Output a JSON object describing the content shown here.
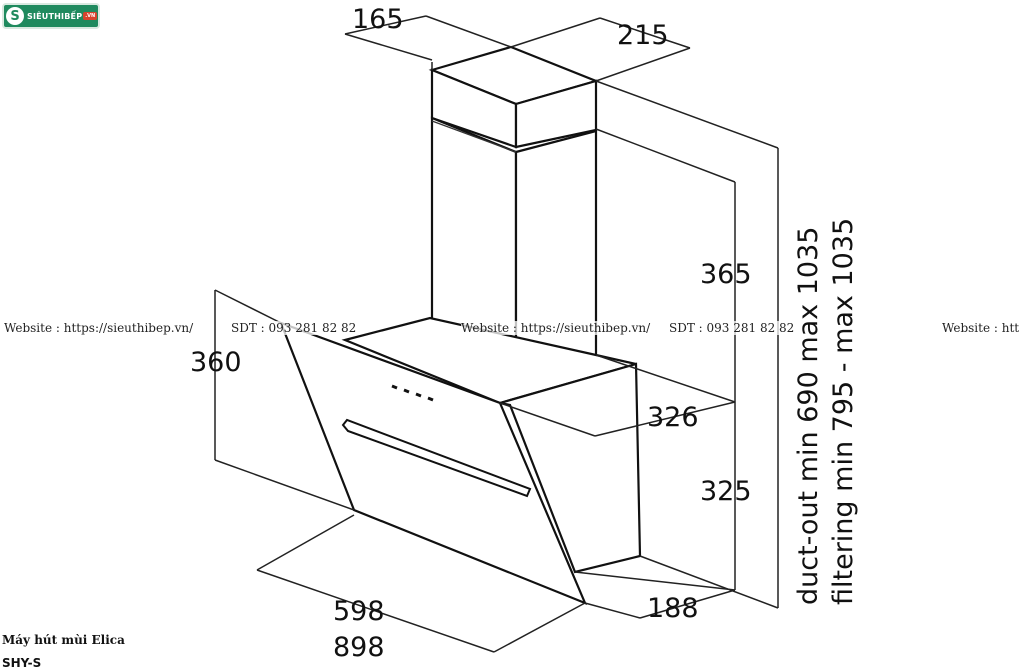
{
  "brand": {
    "logo_name": "SIÊUTHIBẾP",
    "logo_tld": ".VN"
  },
  "watermark": {
    "segment_1": "Website : https://sieuthibep.vn/",
    "segment_2": "SDT : 093 281 82 82",
    "segment_3": "Website : https://sieuthibep.vn/",
    "segment_4": "SDT : 093 281 82 82",
    "segment_5": "Website : htt"
  },
  "dimensions": {
    "top_depth": "165",
    "top_width": "215",
    "chimney_height": "365",
    "panel_height": "360",
    "body_depth": "326",
    "body_height": "325",
    "width_598": "598",
    "width_898": "898",
    "depth_188": "188",
    "duct_out": "duct-out min 690  max 1035",
    "filtering": "filtering min 795 - max 1035"
  },
  "caption": {
    "name": "Máy hút mùi Elica",
    "model": "SHY-S"
  },
  "colors": {
    "line": "#111111",
    "logo_green": "#1f8a5e",
    "logo_red": "#d7432e"
  }
}
